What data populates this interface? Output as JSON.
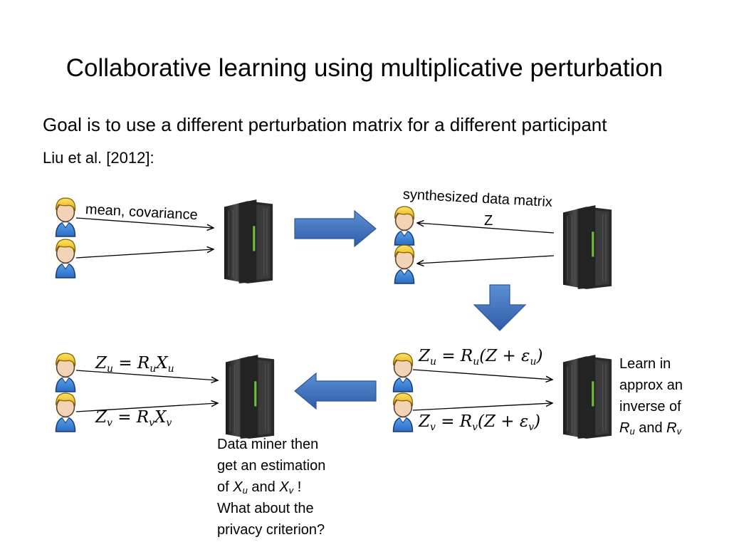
{
  "slide": {
    "title": "Collaborative learning using multiplicative perturbation",
    "subtitle": "Goal is to use a different perturbation matrix for a different participant",
    "citation": "Liu et al. [2012]:"
  },
  "panel1": {
    "edge_label": "mean, covariance"
  },
  "panel2": {
    "edge_label_line1": "synthesized data matrix",
    "edge_label_line2": "Z"
  },
  "panel3": {
    "eq_u": "Zu = Ru(Z + εu)",
    "eq_u_parts": {
      "lhs": "Z",
      "lhs_sub": "u",
      "mid": " = R",
      "mid_sub": "u",
      "rhs": "(Z + ε",
      "rhs_sub": "u",
      "end": ")"
    },
    "eq_v": "Zv = Rv(Z + εv)",
    "eq_v_parts": {
      "lhs": "Z",
      "lhs_sub": "v",
      "mid": " = R",
      "mid_sub": "v",
      "rhs": "(Z + ε",
      "rhs_sub": "v",
      "end": ")"
    },
    "note": {
      "line1": "Learn in",
      "line2": "approx an",
      "line3": "inverse of",
      "r1": "R",
      "r1_sub": "u",
      "and": " and ",
      "r2": "R",
      "r2_sub": "v"
    }
  },
  "panel4": {
    "eq_u": "Zu = RuXu",
    "eq_u_parts": {
      "lhs": "Z",
      "lhs_sub": "u",
      "mid": " = R",
      "mid_sub": "u",
      "rhs": "X",
      "rhs_sub": "u"
    },
    "eq_v": "Zv = RvXv",
    "eq_v_parts": {
      "lhs": "Z",
      "lhs_sub": "v",
      "mid": " = R",
      "mid_sub": "v",
      "rhs": "X",
      "rhs_sub": "v"
    },
    "note": {
      "line1": "Data miner then",
      "line2": "get an estimation",
      "line3_prefix": "of ",
      "x1": "X",
      "x1_sub": "u",
      "and": " and ",
      "x2": "X",
      "x2_sub": "v",
      "bang": " !",
      "line4": "What about the",
      "line5": "privacy criterion?"
    }
  },
  "colors": {
    "arrow_blue": "#3e6fb6",
    "person_shirt": "#3a86d8",
    "person_hair": "#f3c51a",
    "server_body": "#2b2b2b",
    "server_led": "#6bc23a"
  }
}
